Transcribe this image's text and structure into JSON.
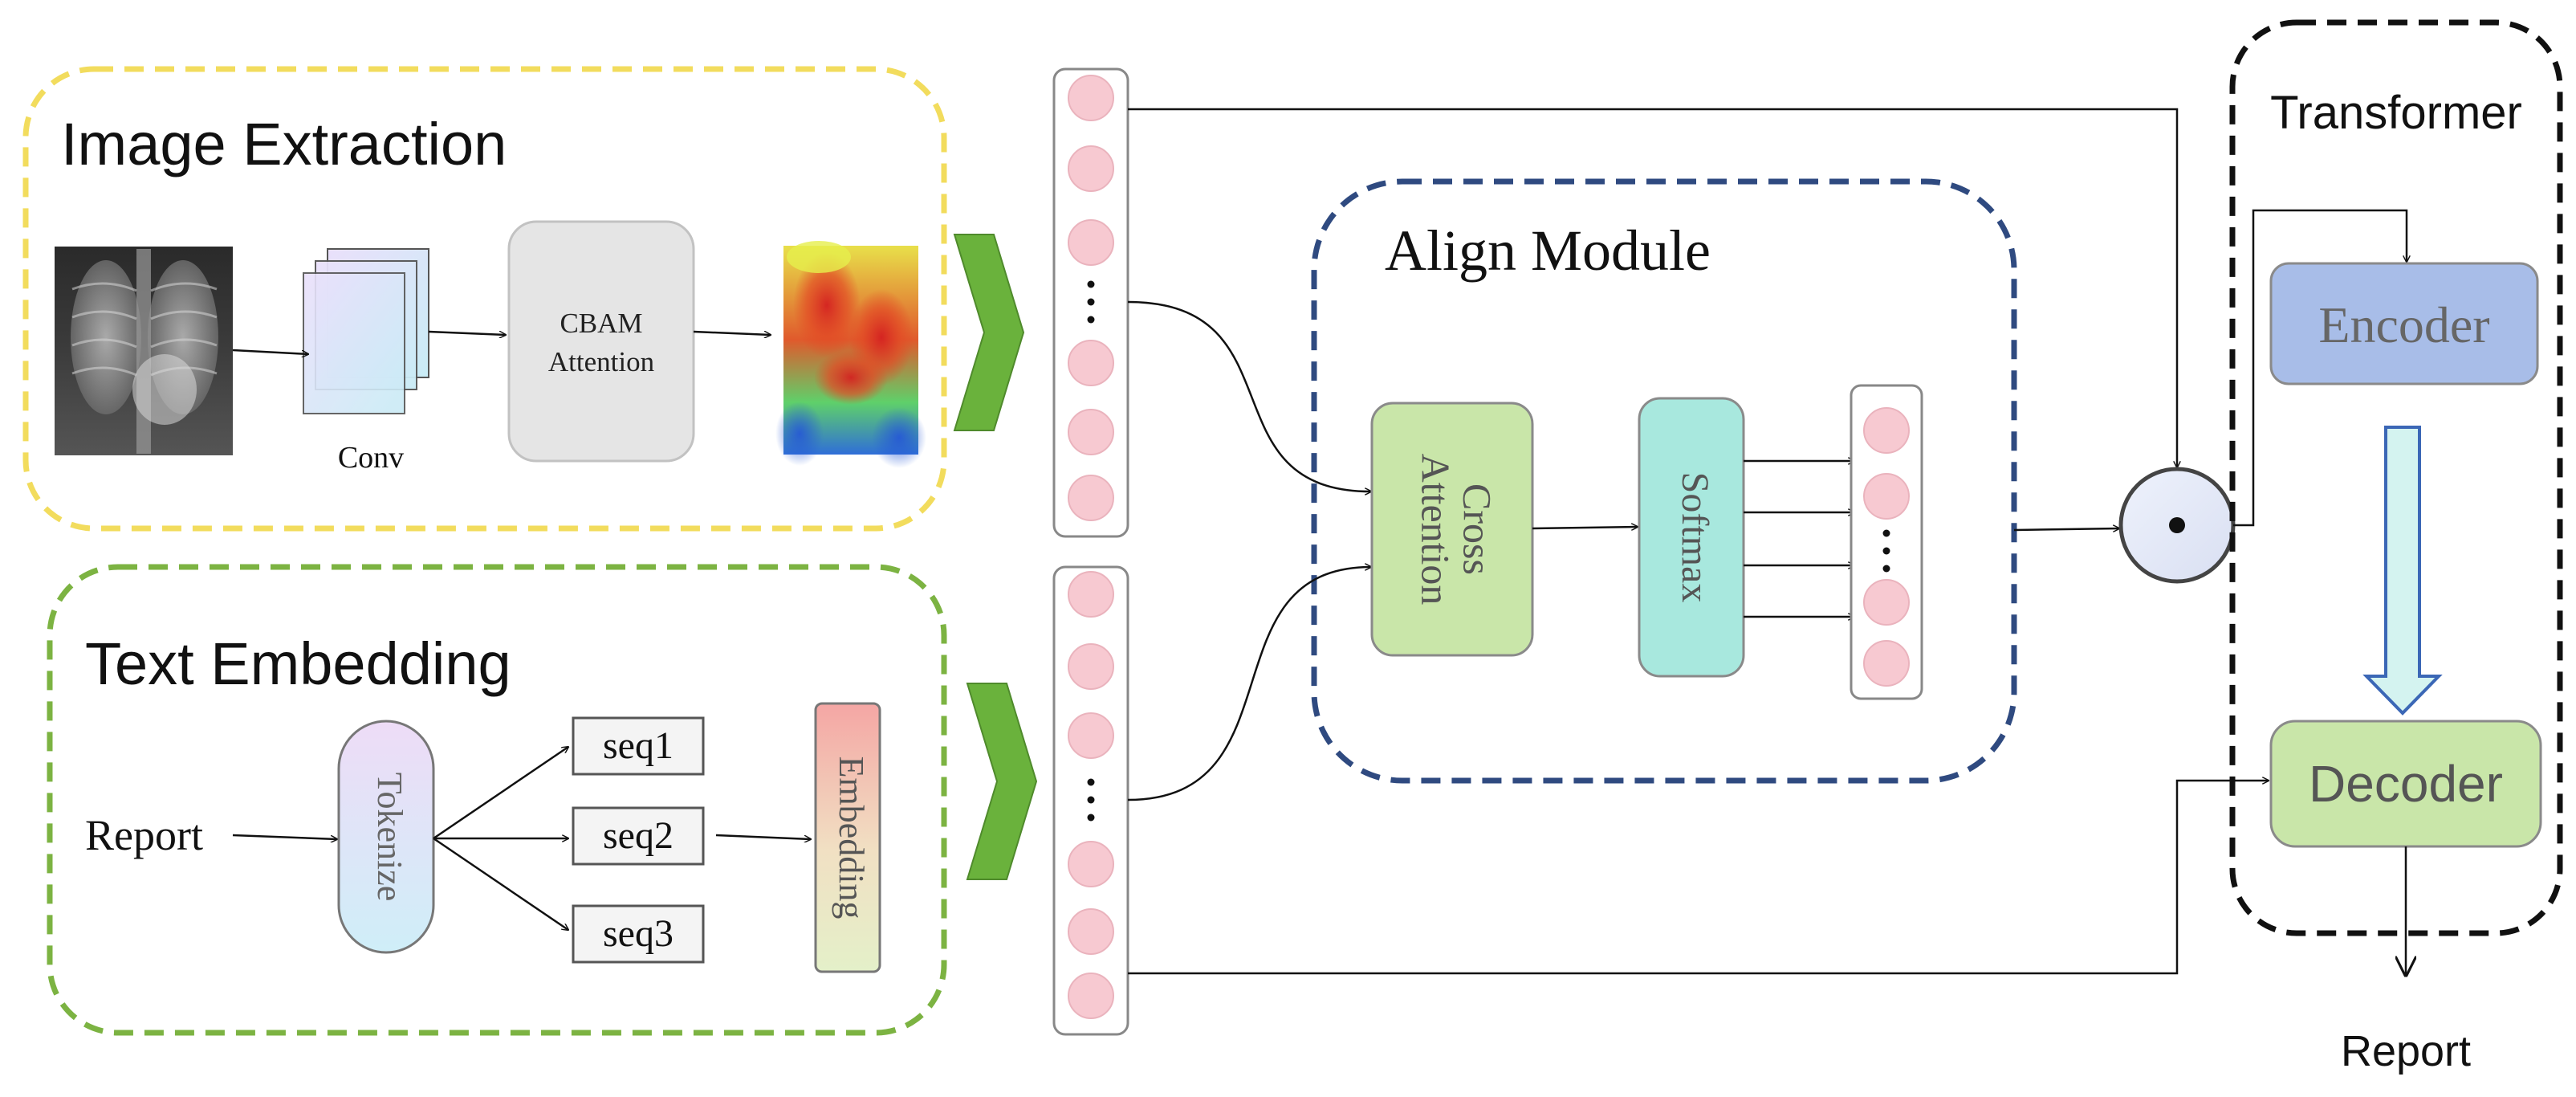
{
  "image_extraction": {
    "title": "Image Extraction",
    "conv_label": "Conv",
    "cbam_line1": "CBAM",
    "cbam_line2": "Attention"
  },
  "text_embedding": {
    "title": "Text Embedding",
    "report_label": "Report",
    "tokenize_label": "Tokenize",
    "seq1": "seq1",
    "seq2": "seq2",
    "seq3": "seq3",
    "embedding_label": "Embedding"
  },
  "align_module": {
    "title": "Align Module",
    "cross_line1": "Cross",
    "cross_line2": "Attention",
    "softmax_label": "Softmax"
  },
  "transformer": {
    "title": "Transformer",
    "encoder_label": "Encoder",
    "decoder_label": "Decoder"
  },
  "output": {
    "report_label": "Report"
  },
  "colors": {
    "image_frame": "#f2dc5d",
    "text_frame": "#7cb342",
    "align_frame": "#2f4a80",
    "transformer_frame": "#111111",
    "token_dot": "#f7c9d1",
    "chevron": "#6ab23c",
    "cross_attention": "#c9e6a9",
    "softmax": "#a8e8de",
    "encoder": "#a8bde8",
    "decoder": "#c9e6a9"
  }
}
